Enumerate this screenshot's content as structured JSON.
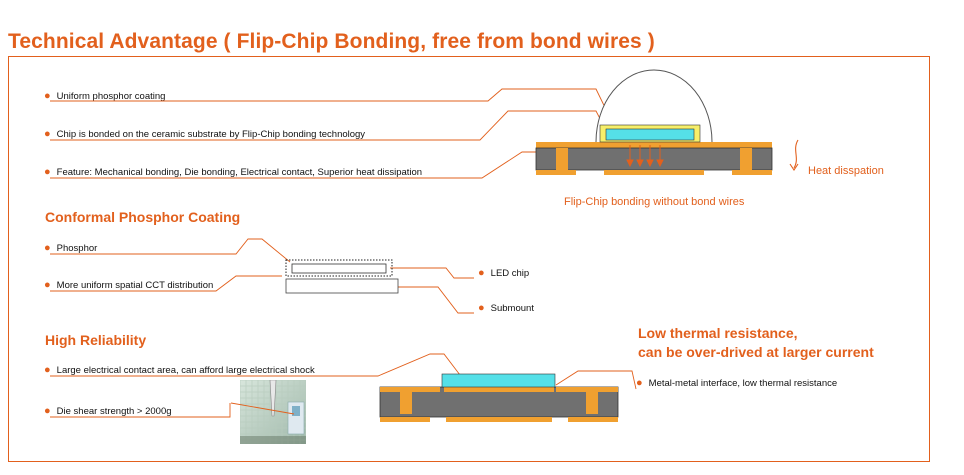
{
  "title": "Technical Advantage ( Flip-Chip Bonding, free from bond wires )",
  "flip_chip": {
    "bullets": [
      "Uniform phosphor coating",
      "Chip is bonded on the ceramic substrate by Flip-Chip bonding technology",
      "Feature: Mechanical bonding, Die bonding, Electrical contact, Superior heat dissipation"
    ],
    "caption": "Flip-Chip bonding without bond wires",
    "heat_label": "Heat disspation"
  },
  "conformal": {
    "heading": "Conformal Phosphor Coating",
    "bullets": [
      "Phosphor",
      "More uniform spatial CCT distribution"
    ],
    "led_chip": "LED chip",
    "submount": "Submount"
  },
  "reliability": {
    "heading": "High Reliability",
    "bullets": [
      "Large electrical contact area, can afford large electrical shock",
      "Die shear strength > 2000g"
    ]
  },
  "thermal": {
    "heading_line1": "Low thermal resistance,",
    "heading_line2": "can be over-drived at larger current",
    "bullet": "Metal-metal interface, low thermal resistance"
  },
  "colors": {
    "accent": "#e2601d",
    "substrate": "#707070",
    "gold": "#f0a030",
    "chip": "#55e0e8",
    "chip_yellow": "#f6ef6a"
  }
}
